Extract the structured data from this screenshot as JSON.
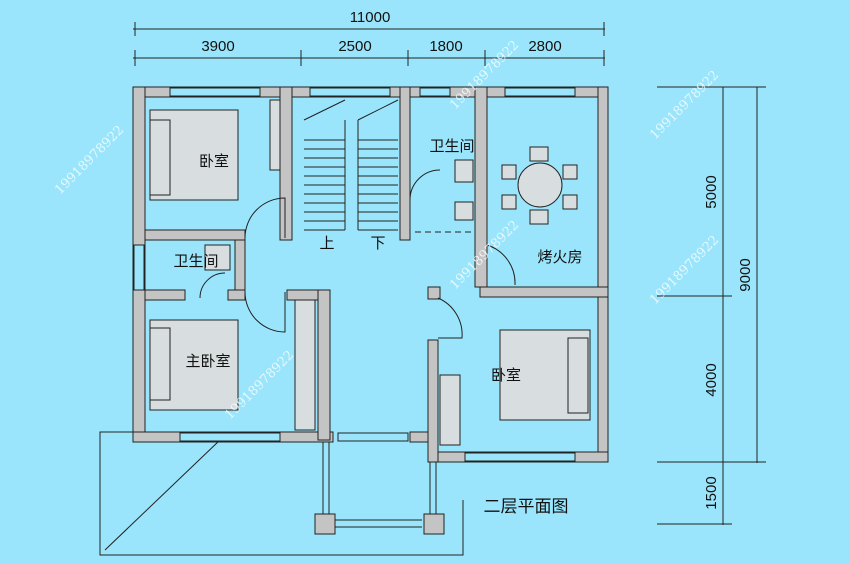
{
  "title": "二层平面图",
  "dimensions": {
    "top_total": "11000",
    "top_segments": [
      "3900",
      "2500",
      "1800",
      "2800"
    ],
    "right_segments": [
      "5000",
      "4000",
      "1500"
    ],
    "right_total": "9000"
  },
  "rooms": {
    "bedroom_nw": "卧室",
    "bathroom_n": "卫生间",
    "fire_room": "烤火房",
    "bathroom_w": "卫生间",
    "master_bedroom": "主卧室",
    "bedroom_se": "卧室"
  },
  "stairs": {
    "up": "上",
    "down": "下"
  },
  "watermark": "19918978922",
  "colors": {
    "background": "#9ae5fb",
    "wall": "#c4c4c4"
  }
}
